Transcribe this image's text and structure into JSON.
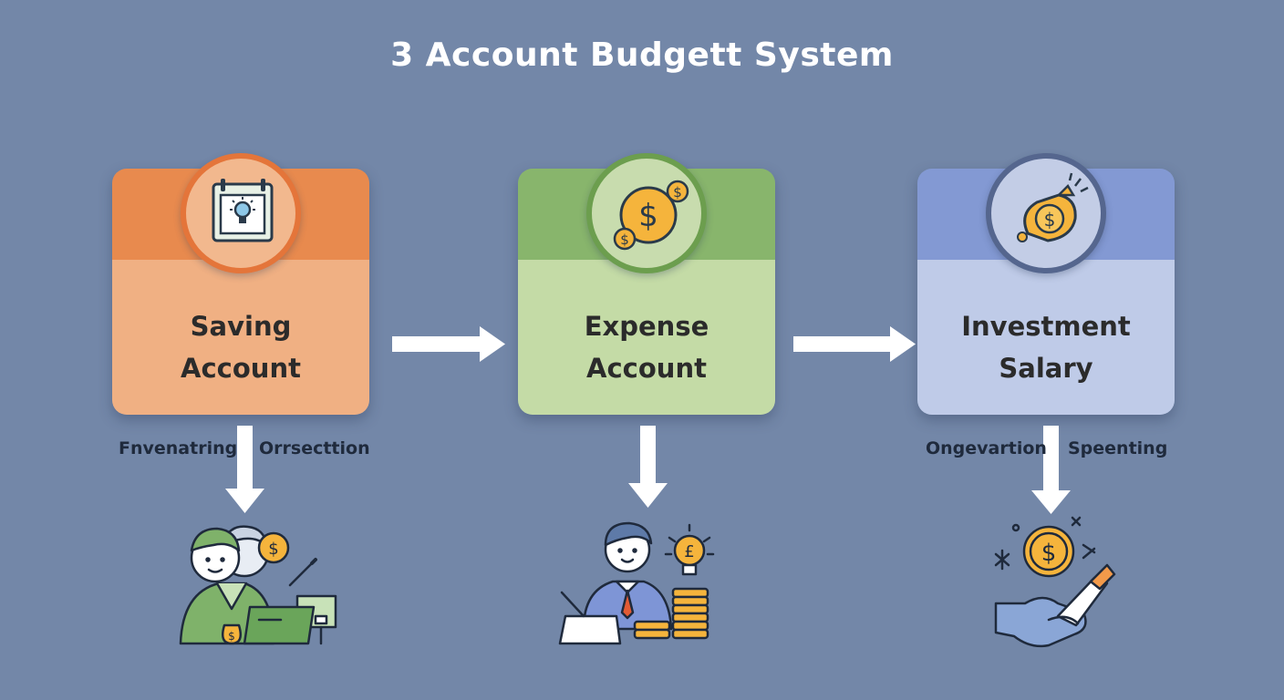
{
  "title": "3 Account Budgett System",
  "colors": {
    "background": "#7387a8",
    "saving": "#f0b083",
    "saving_band": "#e88a4e",
    "expense": "#c4dba6",
    "expense_band": "#88b56c",
    "investment": "#bfcbe8",
    "investment_band": "#8399d3",
    "coin": "#f5b43c"
  },
  "accounts": [
    {
      "line1": "Saving",
      "line2": "Account",
      "icon": "calendar-lightbulb-icon",
      "caption_left": "Fnvenatring",
      "caption_right": "Orrsecttion",
      "illustration": "people-laptop-illustration"
    },
    {
      "line1": "Expense",
      "line2": "Account",
      "icon": "dollar-coins-icon",
      "caption_left": "",
      "caption_right": "",
      "illustration": "businessman-coins-illustration"
    },
    {
      "line1": "Investment",
      "line2": "Salary",
      "icon": "money-bag-icon",
      "caption_left": "Ongevartion",
      "caption_right": "Speenting",
      "illustration": "hand-coin-illustration"
    }
  ]
}
